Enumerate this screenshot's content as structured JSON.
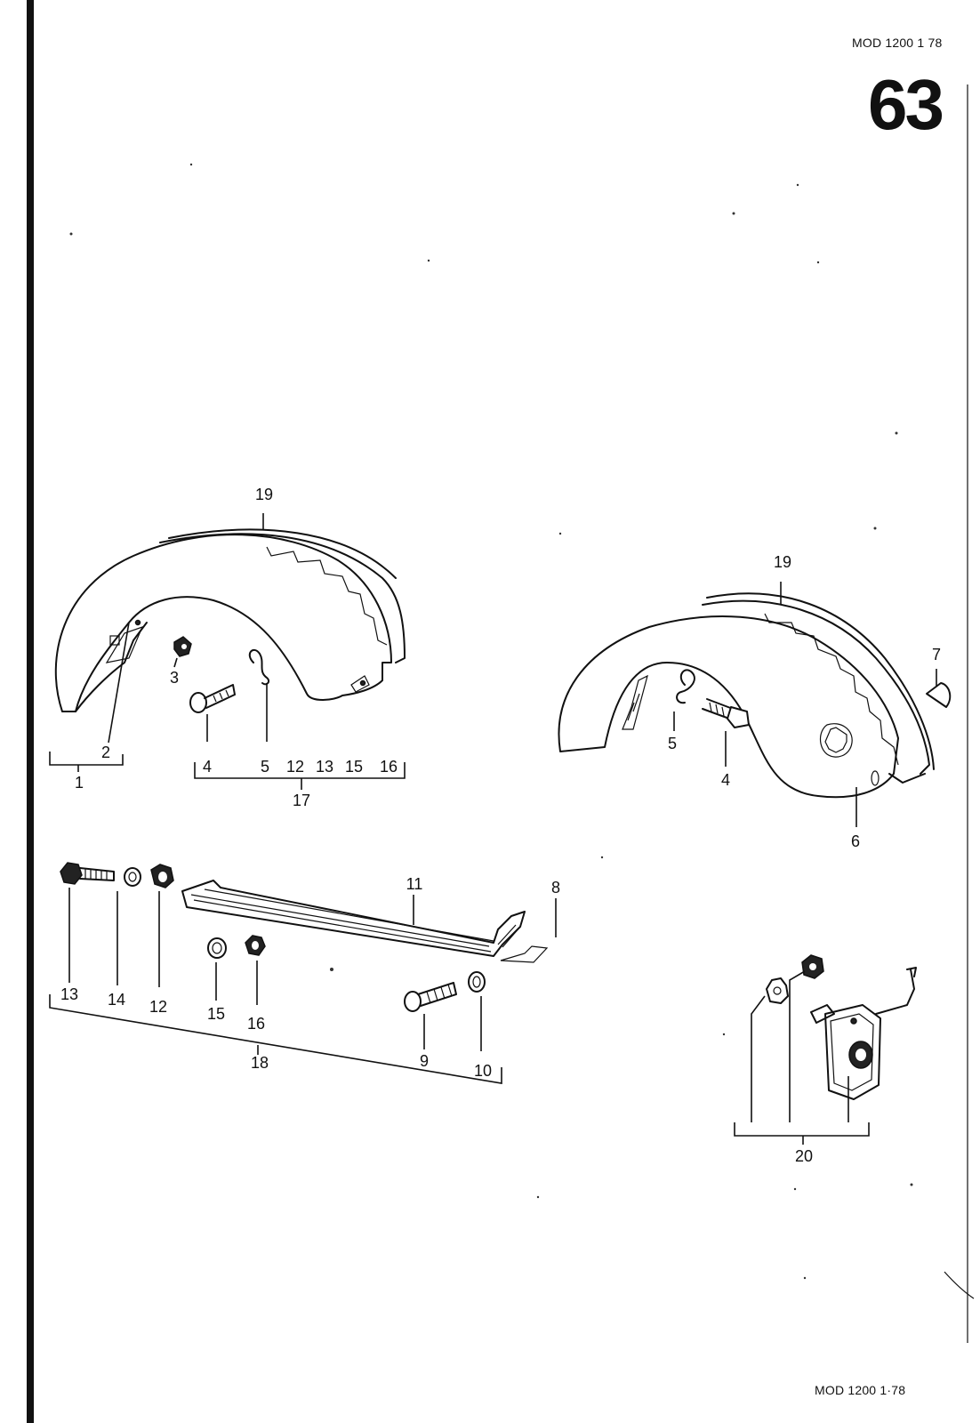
{
  "header": {
    "model_top": "MOD 1200  1 78",
    "section_number": "63",
    "model_bottom": "MOD 1200  1·78"
  },
  "callouts": [
    {
      "id": "c19a",
      "text": "19"
    },
    {
      "id": "c3",
      "text": "3"
    },
    {
      "id": "c2",
      "text": "2"
    },
    {
      "id": "c1",
      "text": "1"
    },
    {
      "id": "c4a",
      "text": "4"
    },
    {
      "id": "c5a",
      "text": "5"
    },
    {
      "id": "c12a",
      "text": "12"
    },
    {
      "id": "c13a",
      "text": "13"
    },
    {
      "id": "c15a",
      "text": "15"
    },
    {
      "id": "c16a",
      "text": "16"
    },
    {
      "id": "c17",
      "text": "17"
    },
    {
      "id": "c19b",
      "text": "19"
    },
    {
      "id": "c7",
      "text": "7"
    },
    {
      "id": "c5b",
      "text": "5"
    },
    {
      "id": "c4b",
      "text": "4"
    },
    {
      "id": "c6",
      "text": "6"
    },
    {
      "id": "c11",
      "text": "11"
    },
    {
      "id": "c8",
      "text": "8"
    },
    {
      "id": "c13b",
      "text": "13"
    },
    {
      "id": "c14",
      "text": "14"
    },
    {
      "id": "c12b",
      "text": "12"
    },
    {
      "id": "c15b",
      "text": "15"
    },
    {
      "id": "c16b",
      "text": "16"
    },
    {
      "id": "c18",
      "text": "18"
    },
    {
      "id": "c9",
      "text": "9"
    },
    {
      "id": "c10",
      "text": "10"
    },
    {
      "id": "c20",
      "text": "20"
    }
  ]
}
